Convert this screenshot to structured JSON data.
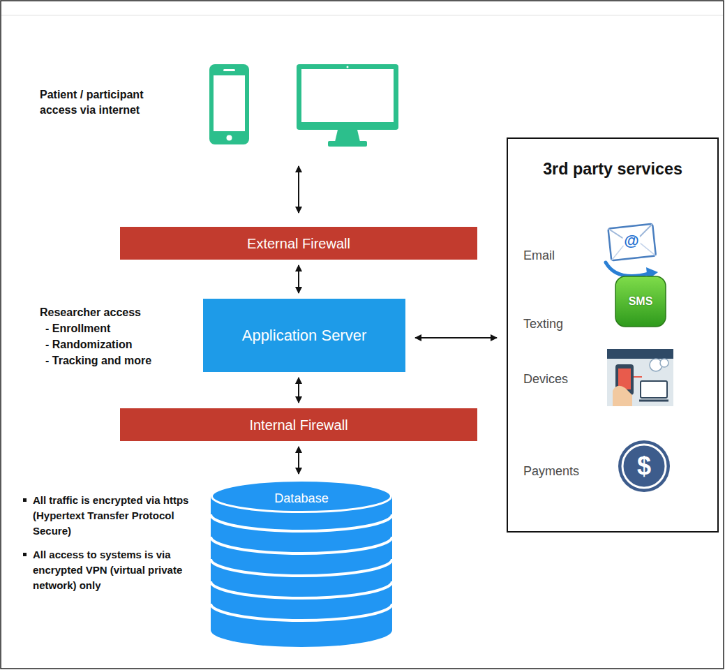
{
  "diagram": {
    "nodes": [
      {
        "text": [
          "External Firewall"
        ]
      },
      {
        "text": [
          "Application Server"
        ]
      },
      {
        "text": [
          "Internal Firewall"
        ]
      },
      {
        "text": [
          "Database"
        ]
      },
      {
        "text": [
          "3rd party services"
        ]
      }
    ],
    "edges": [
      {
        "from": 0,
        "to": 1,
        "arrow": "both"
      },
      {
        "from": 1,
        "to": 2,
        "arrow": "both"
      },
      {
        "from": 2,
        "to": 3,
        "arrow": "both"
      },
      {
        "from": 1,
        "to": 4,
        "arrow": "both"
      }
    ],
    "labels": [
      "Patient / participant access via internet",
      "Researcher access",
      "- Enrollment",
      "- Randomization",
      "- Tracking and more",
      "Email",
      "Texting",
      "Devices",
      "Payments",
      "@",
      "SMS",
      "$",
      "All traffic is encrypted via https (Hypertext Transfer Protocol Secure)",
      "All access to systems is via encrypted VPN (virtual private network) only"
    ]
  }
}
